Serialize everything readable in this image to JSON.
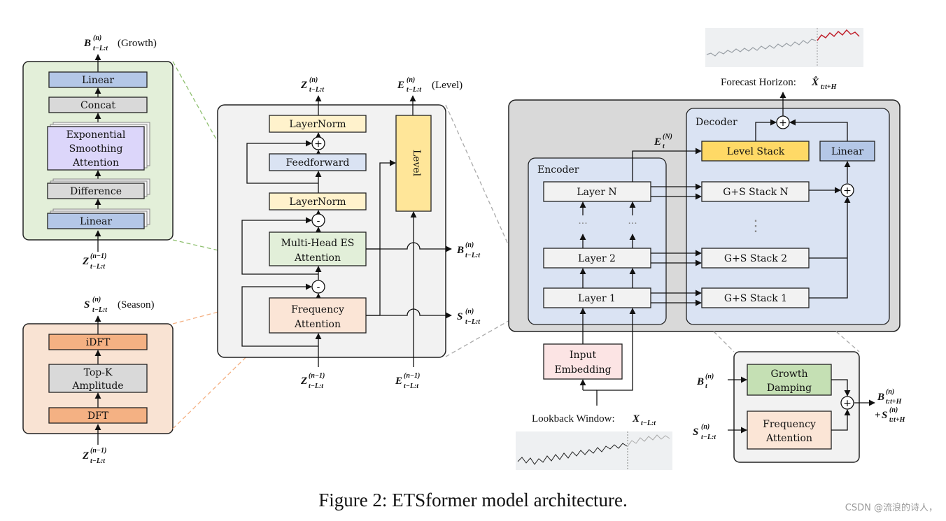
{
  "caption": "Figure 2: ETSformer model architecture.",
  "watermark": "CSDN @流浪的诗人，",
  "growth_module": {
    "output_label": "(Growth)",
    "output_symbol": "B",
    "output_sup": "(n)",
    "output_sub": "t−L:t",
    "input_symbol": "Z",
    "input_sup": "(n−1)",
    "input_sub": "t−L:t",
    "blocks": [
      "Linear",
      "Concat",
      "Exponential",
      "Smoothing",
      "Attention",
      "Difference",
      "Linear"
    ]
  },
  "season_module": {
    "output_label": "(Season)",
    "output_symbol": "S",
    "output_sup": "(n)",
    "output_sub": "t−L:t",
    "input_symbol": "Z",
    "input_sup": "(n−1)",
    "input_sub": "t−L:t",
    "blocks": [
      "iDFT",
      "Top-K",
      "Amplitude",
      "DFT"
    ]
  },
  "encoder_layer": {
    "top_left_symbol": "Z",
    "top_left_sup": "(n)",
    "top_left_sub": "t−L:t",
    "top_right_symbol": "E",
    "top_right_sup": "(n)",
    "top_right_sub": "t−L:t",
    "top_right_label": "(Level)",
    "bottom_left_symbol": "Z",
    "bottom_left_sup": "(n−1)",
    "bottom_left_sub": "t−L:t",
    "bottom_right_symbol": "E",
    "bottom_right_sup": "(n−1)",
    "bottom_right_sub": "t−L:t",
    "right_b_symbol": "B",
    "right_b_sup": "(n)",
    "right_b_sub": "t−L:t",
    "right_s_symbol": "S",
    "right_s_sup": "(n)",
    "right_s_sub": "t−L:t",
    "layernorm_top": "LayerNorm",
    "feedforward": "Feedforward",
    "layernorm_mid": "LayerNorm",
    "mhesa_1": "Multi-Head ES",
    "mhesa_2": "Attention",
    "freq_1": "Frequency",
    "freq_2": "Attention",
    "level": "Level",
    "plus": "+",
    "minus": "-"
  },
  "overall": {
    "forecast_label": "Forecast Horizon:",
    "forecast_symbol": "X̂",
    "forecast_sub": "t:t+H",
    "lookback_label": "Lookback Window:",
    "lookback_symbol": "X",
    "lookback_sub": "t−L:t",
    "encoder_title": "Encoder",
    "decoder_title": "Decoder",
    "encoder_layers": [
      "Layer N",
      "Layer 2",
      "Layer 1"
    ],
    "ellipsis": "···",
    "gs_stacks": [
      "G+S Stack N",
      "G+S Stack 2",
      "G+S Stack 1"
    ],
    "level_stack": "Level Stack",
    "linear": "Linear",
    "input_embedding_1": "Input",
    "input_embedding_2": "Embedding",
    "en_symbol": "E",
    "en_sup": "(N)",
    "en_sub": "t",
    "dots_vertical": "⋮"
  },
  "gs_detail": {
    "growth_damping_1": "Growth",
    "growth_damping_2": "Damping",
    "freq_1": "Frequency",
    "freq_2": "Attention",
    "in_b_symbol": "B",
    "in_b_sup": "(n)",
    "in_b_sub": "t",
    "in_s_symbol": "S",
    "in_s_sup": "(n)",
    "in_s_sub": "t−L:t",
    "out_b_symbol": "B",
    "out_b_sup": "(n)",
    "out_b_sub": "t:t+H",
    "out_s_prefix": "+",
    "out_s_symbol": "S",
    "out_s_sup": "(n)",
    "out_s_sub": "t:t+H"
  },
  "colors": {
    "green_panel": "#e3efd9",
    "peach_panel": "#f9e3d3",
    "blue_box": "#b4c7e7",
    "gray_box": "#d9d9d9",
    "lavender_box": "#dcd6fa",
    "orange_box": "#f4b183",
    "yellow_box": "#ffe699",
    "light_blue_box": "#dae3f3",
    "pink_box": "#fce4e4",
    "gold_box": "#ffd966",
    "gray_panel": "#d9d9d9",
    "blue_panel": "#dae3f3",
    "red_forecast": "#c0202c"
  }
}
